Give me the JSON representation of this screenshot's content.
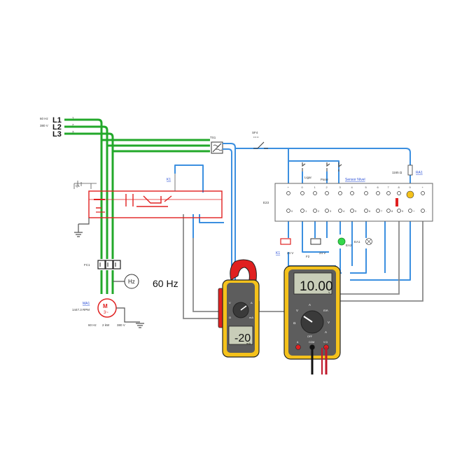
{
  "supply": {
    "freq": "60 Hz",
    "voltage": "380 V",
    "phases": [
      "L1",
      "L2",
      "L3"
    ],
    "phase_nums": [
      "1",
      "2",
      "3"
    ]
  },
  "transformer": {
    "label": "TS1"
  },
  "switch": {
    "label": "SF4"
  },
  "breaker": {
    "label": "Q1"
  },
  "contactor": {
    "label": "K1"
  },
  "overload": {
    "label": "FC1"
  },
  "motor": {
    "link": "MA1",
    "rpm": "1447.3 RPM",
    "ratings": [
      "60 Hz",
      "2 kW",
      "380 V"
    ]
  },
  "freq_display": "60 Hz",
  "plc": {
    "label": "E23",
    "top_terminals": [
      "+",
      "0",
      "1",
      "2",
      "3",
      "4",
      "5",
      "6",
      "7",
      "8",
      "9",
      "+",
      "-"
    ],
    "bottom_terminals": [
      "0",
      "1",
      "2",
      "3",
      "4",
      "5",
      "6",
      "7",
      "8",
      "9",
      "+",
      "-"
    ]
  },
  "inputs": {
    "ligar": "Ligar",
    "parar": "Parar",
    "sensor": "Sensor Nível"
  },
  "resistor": {
    "value": "1165 Ω",
    "link": "RA1"
  },
  "outputs": {
    "k1": "K1",
    "v1": "24 V",
    "f2": "F2",
    "v2": "24 V",
    "ea2": "EA2",
    "ea1": "EA1"
  },
  "clamp_meter": {
    "reading": "-20",
    "unit": "mA",
    "dial_labels": [
      "V",
      "A",
      "Ω",
      "mA"
    ]
  },
  "multimeter": {
    "reading": "10.00",
    "unit": "V",
    "dial_labels": [
      "A",
      "V",
      "Ω",
      "mA",
      "V",
      "A",
      "OFF"
    ],
    "jacks": [
      "A",
      "COM",
      "V Ω"
    ]
  },
  "colors": {
    "power_wire": "#22a82a",
    "control_wire": "#3b8fe0",
    "component_red": "#e02020",
    "meter_yellow": "#f5c21b"
  }
}
